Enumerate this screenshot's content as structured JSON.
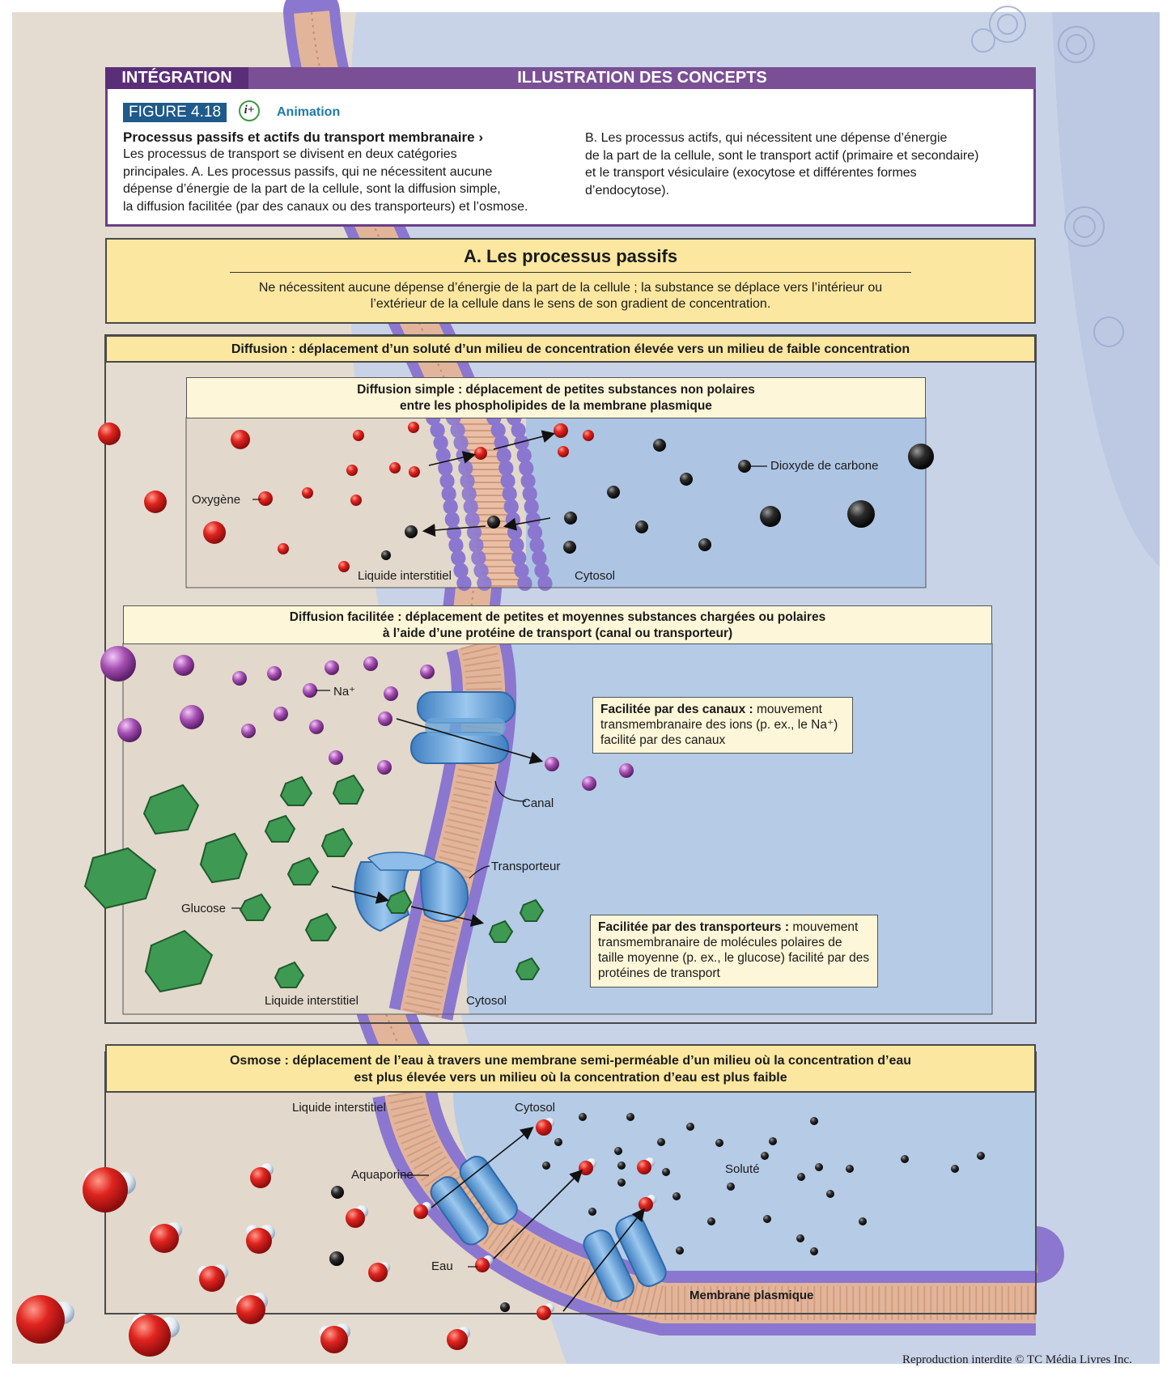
{
  "header": {
    "tag": "INTÉGRATION",
    "banner": "ILLUSTRATION DES CONCEPTS",
    "figure": "FIGURE 4.18",
    "animation_icon": "i+",
    "animation": "Animation",
    "title": "Processus passifs et actifs du transport membranaire  ›",
    "text_a_lines": [
      "Les processus de transport se divisent en deux catégories",
      "principales. A. Les processus passifs, qui ne nécessitent aucune",
      "dépense d’énergie de la part de la cellule, sont la diffusion simple,",
      "la diffusion facilitée (par des canaux ou des transporteurs) et l’osmose."
    ],
    "text_b_lines": [
      "B. Les processus actifs, qui nécessitent une dépense d’énergie",
      "de la part de la cellule, sont le transport actif (primaire et secondaire)",
      "et le transport vésiculaire (exocytose et différentes formes",
      "d’endocytose)."
    ]
  },
  "section_a": {
    "title": "A. Les processus passifs",
    "subtitle_lines": [
      "Ne nécessitent aucune dépense d’énergie de la part de la cellule ; la substance se déplace vers l’intérieur ou",
      "l’extérieur de la cellule dans le sens de son gradient de concentration."
    ]
  },
  "diffusion": {
    "heading": "Diffusion : déplacement d’un soluté d’un milieu de concentration élevée vers un milieu de faible concentration"
  },
  "simple": {
    "title_lines": [
      "Diffusion simple : déplacement de petites substances non polaires",
      "entre les phospholipides de la membrane plasmique"
    ],
    "oxygen": "Oxygène",
    "co2": "Dioxyde de carbone",
    "extracellular": "Liquide interstitiel",
    "cytosol": "Cytosol"
  },
  "facilitated": {
    "title_lines": [
      "Diffusion facilitée : déplacement de petites et moyennes substances chargées ou polaires",
      "à l’aide d’une protéine de transport (canal ou transporteur)"
    ],
    "na": "Na⁺",
    "channel_box": {
      "bold": "Facilitée par des canaux :",
      "rest": " mouvement transmembranaire des ions (p. ex., le Na⁺) facilité par des canaux"
    },
    "channel": "Canal",
    "carrier": "Transporteur",
    "glucose": "Glucose",
    "carrier_box": {
      "bold": "Facilitée par des transporteurs :",
      "rest": " mouvement transmembranaire de molécules polaires de taille moyenne (p. ex., le glucose) facilité par des protéines de transport"
    },
    "extracellular": "Liquide interstitiel",
    "cytosol": "Cytosol"
  },
  "osmosis": {
    "heading_lines": [
      "Osmose : déplacement de l’eau à travers une membrane semi-perméable d’un milieu où la concentration d’eau",
      "est plus élevée vers un milieu où la concentration d’eau est plus faible"
    ],
    "extracellular": "Liquide interstitiel",
    "cytosol": "Cytosol",
    "aquaporin": "Aquaporine",
    "solute": "Soluté",
    "water": "Eau",
    "membrane": "Membrane plasmique"
  },
  "footer": {
    "copyright": "Reproduction interdite © TC Média Livres Inc."
  },
  "colors": {
    "purple_header": "#7a4f95",
    "yellow": "#fbe7a0",
    "oxygen_red": "#d8231f",
    "co2_black": "#2a2a2a",
    "sodium_purple": "#a24fb1",
    "glucose_green": "#3e9a52",
    "protein_blue": "#6aa6d8",
    "cytosol_blue": "#b9cde6"
  }
}
